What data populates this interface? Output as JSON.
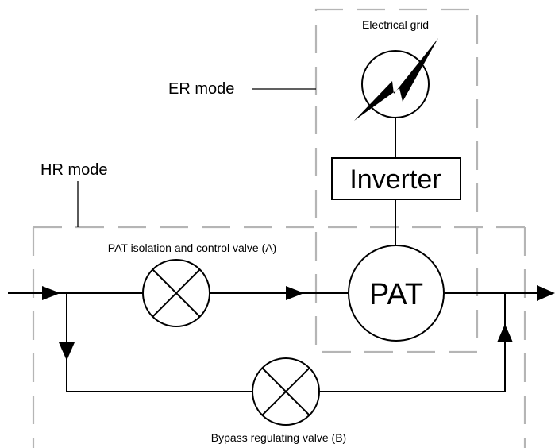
{
  "labels": {
    "electrical_grid": "Electrical grid",
    "er_mode": "ER mode",
    "hr_mode": "HR mode",
    "inverter": "Inverter",
    "pat": "PAT",
    "valve_a": "PAT isolation and control valve (A)",
    "valve_b": "Bypass regulating valve (B)"
  },
  "colors": {
    "line": "#000000",
    "boundary_dash": "#b5b5b5",
    "background": "#ffffff"
  },
  "icons": {
    "grid_symbol": "lightning-bolt-icon",
    "valve_symbol": "valve-cross-icon"
  }
}
